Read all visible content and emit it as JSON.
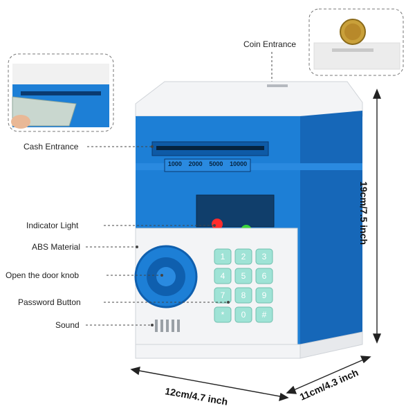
{
  "callouts": {
    "coin_entrance": "Coin Entrance",
    "cash_entrance": "Cash Entrance",
    "indicator_light": "Indicator Light",
    "abs_material": "ABS Material",
    "door_knob": "Open the door knob",
    "password_button": "Password Button",
    "sound": "Sound"
  },
  "dimensions": {
    "height": "19cm/7.5 inch",
    "width": "12cm/4.7 inch",
    "depth": "11cm/4.3 inch"
  },
  "cash_slot_denominations": [
    "1000",
    "2000",
    "5000",
    "10000"
  ],
  "keypad_keys": [
    "1",
    "2",
    "3",
    "4",
    "5",
    "6",
    "7",
    "8",
    "9",
    "*",
    "0",
    "#"
  ],
  "colors": {
    "body_blue": "#1d7fd6",
    "body_blue_dark": "#0f5fae",
    "white_trim": "#f3f4f6",
    "keypad_mint": "#9fe3d6",
    "led_red": "#ff2b2b",
    "led_green": "#3bd63b"
  }
}
